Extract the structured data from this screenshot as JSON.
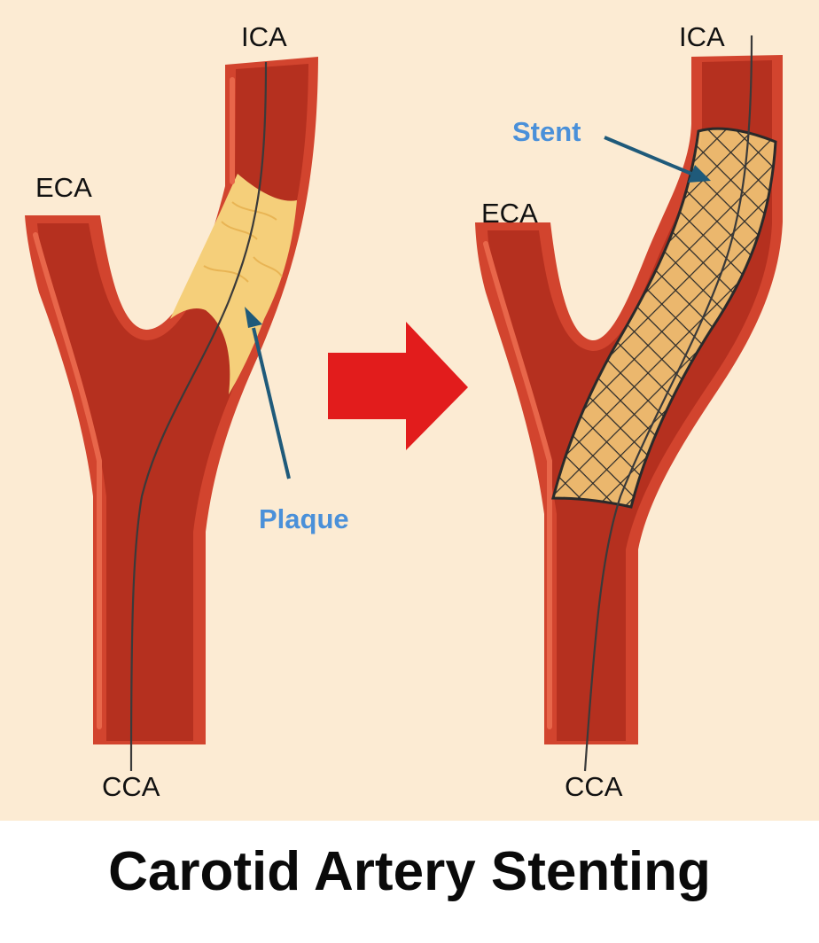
{
  "title": "Carotid Artery Stenting",
  "colors": {
    "background": "#fcebd3",
    "artery_wall": "#d2442e",
    "artery_lumen": "#b5301f",
    "artery_highlight": "#e8664a",
    "plaque": "#f5cf7a",
    "plaque_edge": "#e8b454",
    "wire": "#3a3a3a",
    "stent_mesh": "#2a2a2a",
    "callout_text": "#4a90d9",
    "callout_arrow": "#1f5a7a",
    "transition_arrow": "#e21c1c"
  },
  "panels": [
    {
      "id": "before",
      "labels": {
        "eca": "ECA",
        "ica": "ICA",
        "cca": "CCA"
      },
      "callout": "Plaque"
    },
    {
      "id": "after",
      "labels": {
        "eca": "ECA",
        "ica": "ICA",
        "cca": "CCA"
      },
      "callout": "Stent"
    }
  ]
}
